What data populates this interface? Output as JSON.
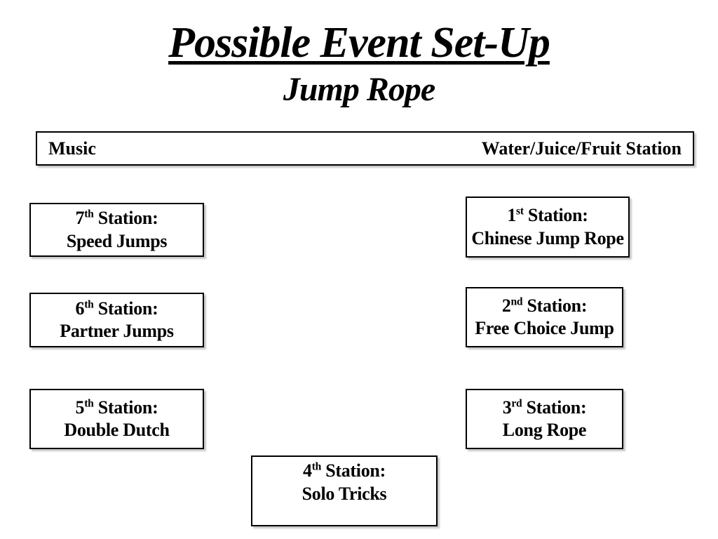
{
  "slide": {
    "title": "Possible Event Set-Up",
    "subtitle": "Jump Rope"
  },
  "top_bar": {
    "left_label": "Music",
    "right_label": "Water/Juice/Fruit Station"
  },
  "stations": [
    {
      "number": "1",
      "suffix": "st",
      "label": " Station:",
      "name": "Chinese Jump Rope"
    },
    {
      "number": "2",
      "suffix": "nd",
      "label": " Station:",
      "name": "Free Choice Jump"
    },
    {
      "number": "3",
      "suffix": "rd",
      "label": " Station:",
      "name": "Long Rope"
    },
    {
      "number": "4",
      "suffix": "th",
      "label": " Station:",
      "name": "Solo Tricks"
    },
    {
      "number": "5",
      "suffix": "th",
      "label": " Station:",
      "name": "Double Dutch"
    },
    {
      "number": "6",
      "suffix": "th",
      "label": " Station:",
      "name": "Partner Jumps"
    },
    {
      "number": "7",
      "suffix": "th",
      "label": " Station:",
      "name": "Speed Jumps"
    }
  ],
  "colors": {
    "background": "#ffffff",
    "text": "#000000",
    "border": "#000000"
  }
}
